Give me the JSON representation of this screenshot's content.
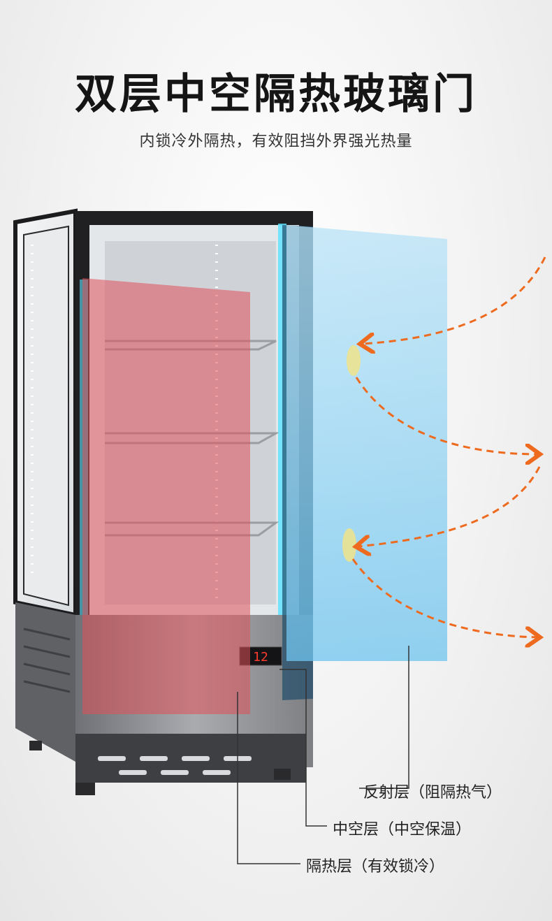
{
  "header": {
    "title": "双层中空隔热玻璃门",
    "subtitle": "内锁冷外隔热，有效阻挡外界强光热量"
  },
  "display": {
    "temperature": "12"
  },
  "callouts": {
    "reflective_layer": "反射层（阻隔热气）",
    "hollow_layer": "中空层（中空保温）",
    "insulation_layer": "隔热层（有效锁冷）"
  },
  "colors": {
    "accent_orange": "#ee6a1e",
    "insulation_red": "#e0505a",
    "reflective_blue": "#8fd2f2",
    "glow_cyan": "#5fe3ff",
    "cabinet_dark": "#1c1c1e",
    "steel": "#8c8e92"
  }
}
